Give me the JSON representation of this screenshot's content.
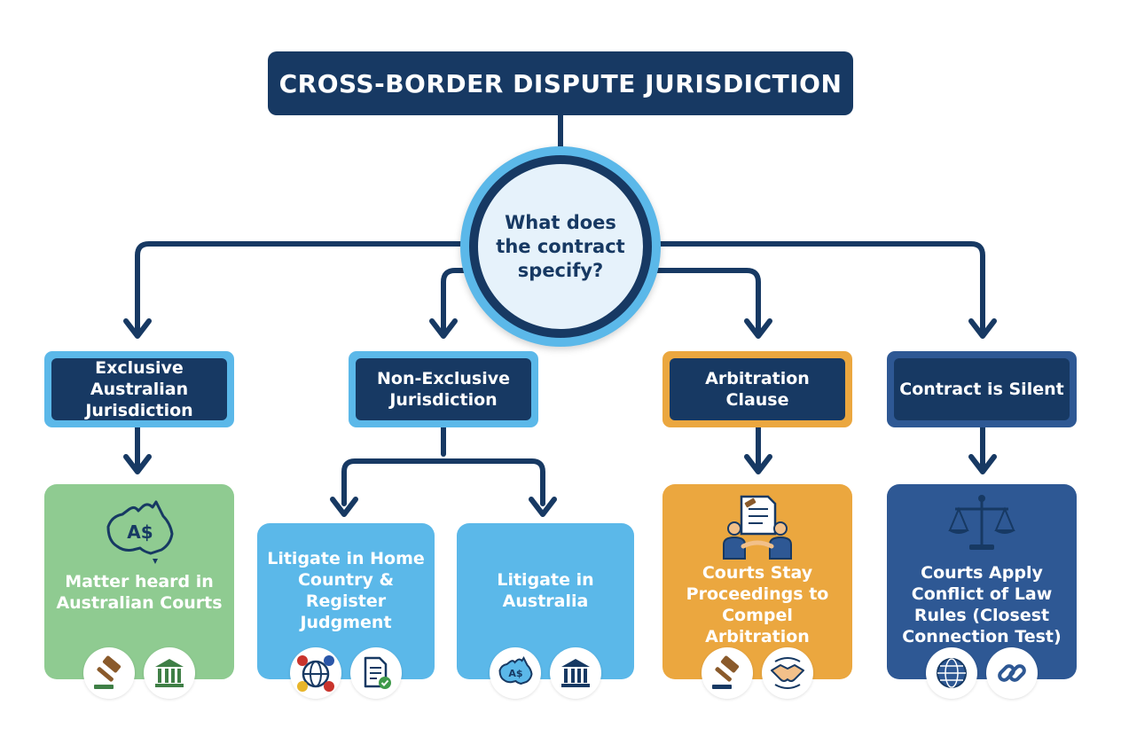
{
  "title": "CROSS-BORDER DISPUTE JURISDICTION",
  "question": "What does the contract specify?",
  "options": [
    {
      "label": "Exclusive Australian Jurisdiction"
    },
    {
      "label": "Non-Exclusive Jurisdiction"
    },
    {
      "label": "Arbitration Clause"
    },
    {
      "label": "Contract is Silent"
    }
  ],
  "outcomes": [
    {
      "text": "Matter heard in Australian Courts",
      "icons": [
        "australia-map-icon",
        "gavel-icon",
        "courthouse-icon"
      ]
    },
    {
      "text": "Litigate in Home Country & Register Judgment",
      "icons": [
        "globe-flags-icon",
        "document-check-icon"
      ]
    },
    {
      "text": "Litigate in Australia",
      "icons": [
        "australia-map-icon",
        "courthouse-icon"
      ]
    },
    {
      "text": "Courts Stay Proceedings to Compel Arbitration",
      "icons": [
        "arbitration-meeting-icon",
        "gavel-icon",
        "handshake-icon"
      ]
    },
    {
      "text": "Courts Apply Conflict of Law Rules (Closest Connection Test)",
      "icons": [
        "scales-icon",
        "globe-icon",
        "chain-link-icon"
      ]
    }
  ],
  "map_label": "A$",
  "colors": {
    "navy": "#173963",
    "light_blue": "#5bb8e9",
    "green": "#8fcb91",
    "orange": "#eba73f",
    "dark_blue": "#2e5894"
  }
}
